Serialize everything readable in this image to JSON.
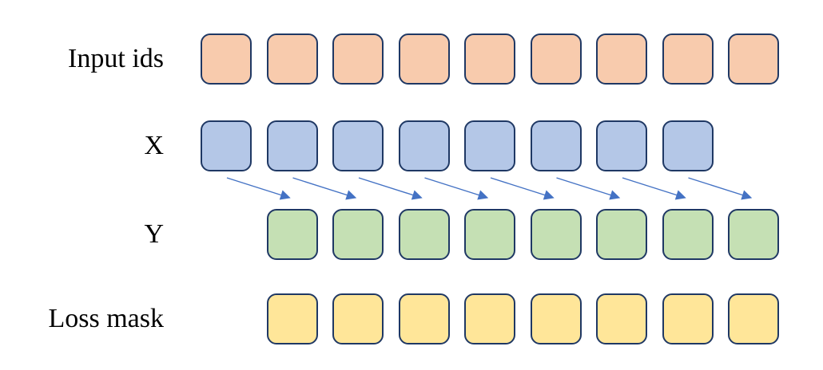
{
  "diagram": {
    "background": "#FFFFFF",
    "square_border_color": "#1F3864",
    "rows": [
      {
        "id": "input_ids",
        "label": "Input ids",
        "count": 9,
        "start_col": 0,
        "fill_color": "#F8CBAD"
      },
      {
        "id": "x",
        "label": "X",
        "count": 8,
        "start_col": 0,
        "fill_color": "#B4C7E7"
      },
      {
        "id": "y",
        "label": "Y",
        "count": 8,
        "start_col": 1,
        "fill_color": "#C5E0B4"
      },
      {
        "id": "loss_mask",
        "label": "Loss mask",
        "count": 8,
        "start_col": 1,
        "fill_color": "#FFE699"
      }
    ],
    "arrows": {
      "count": 8,
      "color": "#4472C4",
      "from_row": "x",
      "to_row": "y",
      "meaning": "each X token points to the Y token shifted one position right"
    }
  }
}
